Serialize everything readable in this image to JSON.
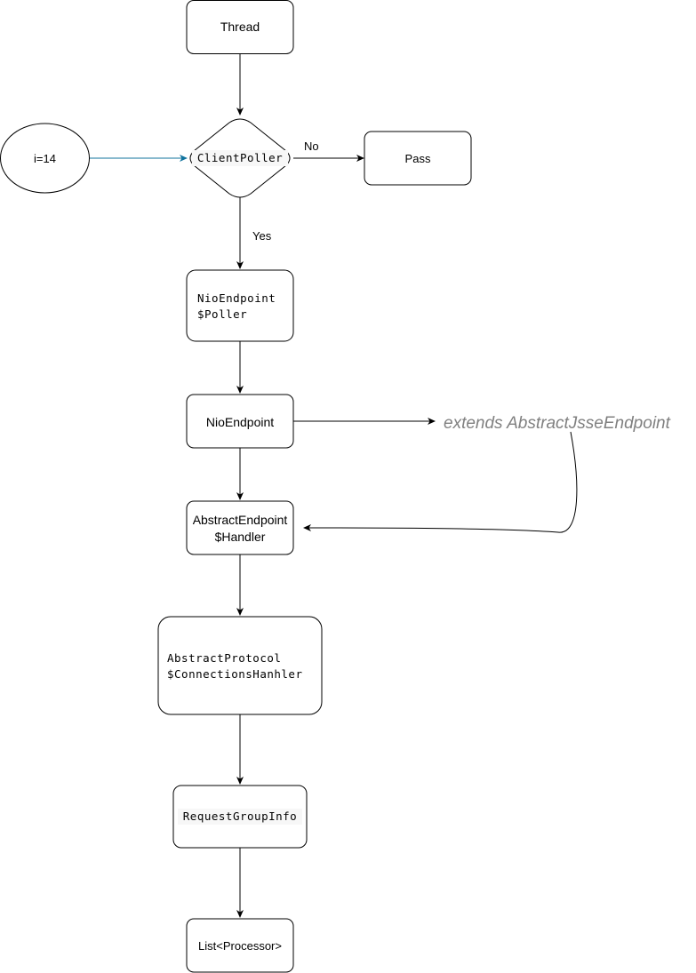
{
  "nodes": {
    "thread": "Thread",
    "input": "i=14",
    "decision": "ClientPoller",
    "pass": "Pass",
    "poller_line1": "NioEndpoint",
    "poller_line2": "$Poller",
    "nioendpoint": "NioEndpoint",
    "extends_note": "extends AbstractJsseEndpoint",
    "handler_line1": "AbstractEndpoint",
    "handler_line2": "$Handler",
    "protocol_line1": "AbstractProtocol",
    "protocol_line2": "$ConnectionsHanhler",
    "requestgroup": "RequestGroupInfo",
    "list": "List<Processor>"
  },
  "edges": {
    "no_label": "No",
    "yes_label": "Yes"
  },
  "colors": {
    "input_arrow": "#10739E",
    "code_highlight": "#F7F7F7",
    "note_text": "#808080"
  }
}
